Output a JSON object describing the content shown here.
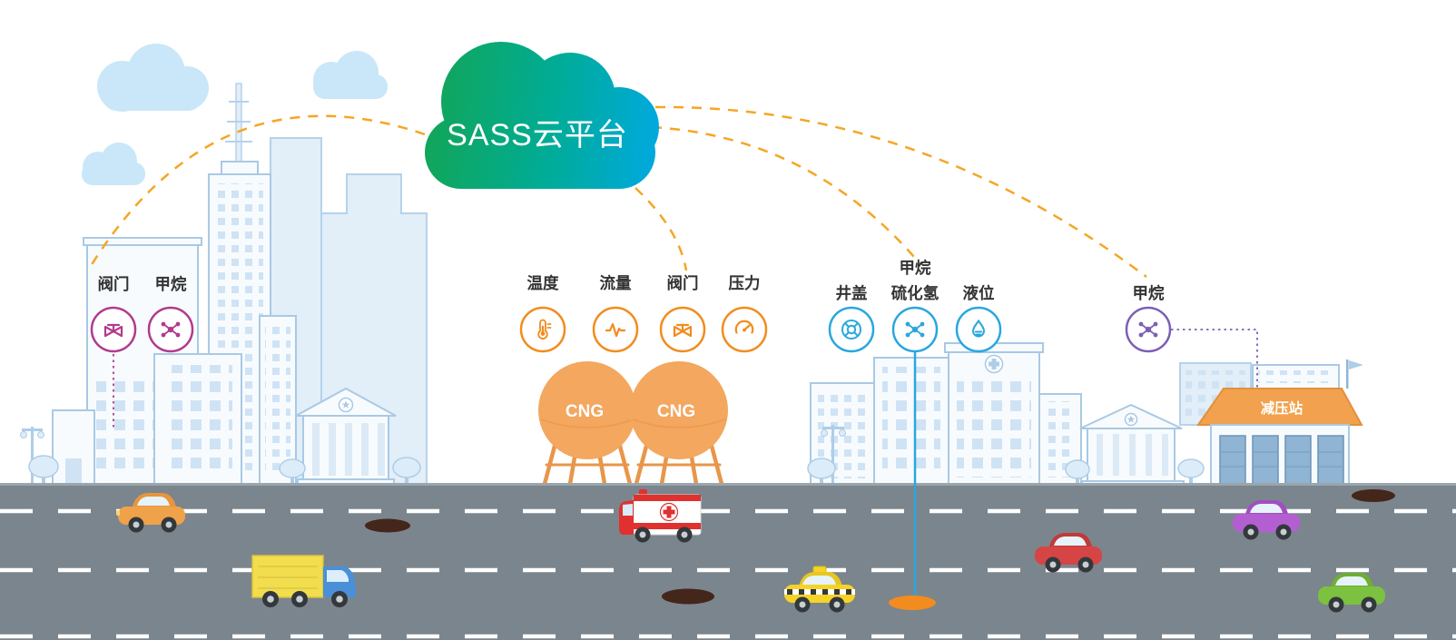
{
  "cloud": {
    "label": "SASS云平台"
  },
  "sensor_groups": [
    {
      "id": "city-pipeline",
      "color": "#B23A8C",
      "sensors": [
        {
          "icon": "valve-icon",
          "label": "阀门"
        },
        {
          "icon": "methane-icon",
          "label": "甲烷"
        }
      ]
    },
    {
      "id": "cng-tanks",
      "color": "#F28C1E",
      "sensors": [
        {
          "icon": "temperature-icon",
          "label": "温度"
        },
        {
          "icon": "flow-icon",
          "label": "流量"
        },
        {
          "icon": "valve-icon",
          "label": "阀门"
        },
        {
          "icon": "pressure-icon",
          "label": "压力"
        }
      ]
    },
    {
      "id": "manhole",
      "color": "#29A7DE",
      "sensors": [
        {
          "icon": "manhole-icon",
          "label": "井盖"
        },
        {
          "icon": "gas-molecule-icon",
          "label_top": "甲烷",
          "label": "硫化氢"
        },
        {
          "icon": "liquid-level-icon",
          "label": "液位"
        }
      ]
    },
    {
      "id": "reduction-station",
      "color": "#7C5FB5",
      "sensors": [
        {
          "icon": "methane-icon",
          "label": "甲烷"
        }
      ]
    }
  ],
  "tanks": [
    {
      "label": "CNG"
    },
    {
      "label": "CNG"
    }
  ],
  "station": {
    "label": "减压站"
  },
  "colors": {
    "cloud_green": "#16A75C",
    "cloud_teal": "#00AEDB",
    "link_dash_orange": "#F5A623",
    "group_magenta": "#B23A8C",
    "group_orange": "#F28C1E",
    "group_blue": "#29A7DE",
    "group_purple": "#7C5FB5",
    "tank_orange": "#F3A75F",
    "station_roof_orange": "#F2A14E",
    "road_gray": "#7B858D"
  }
}
